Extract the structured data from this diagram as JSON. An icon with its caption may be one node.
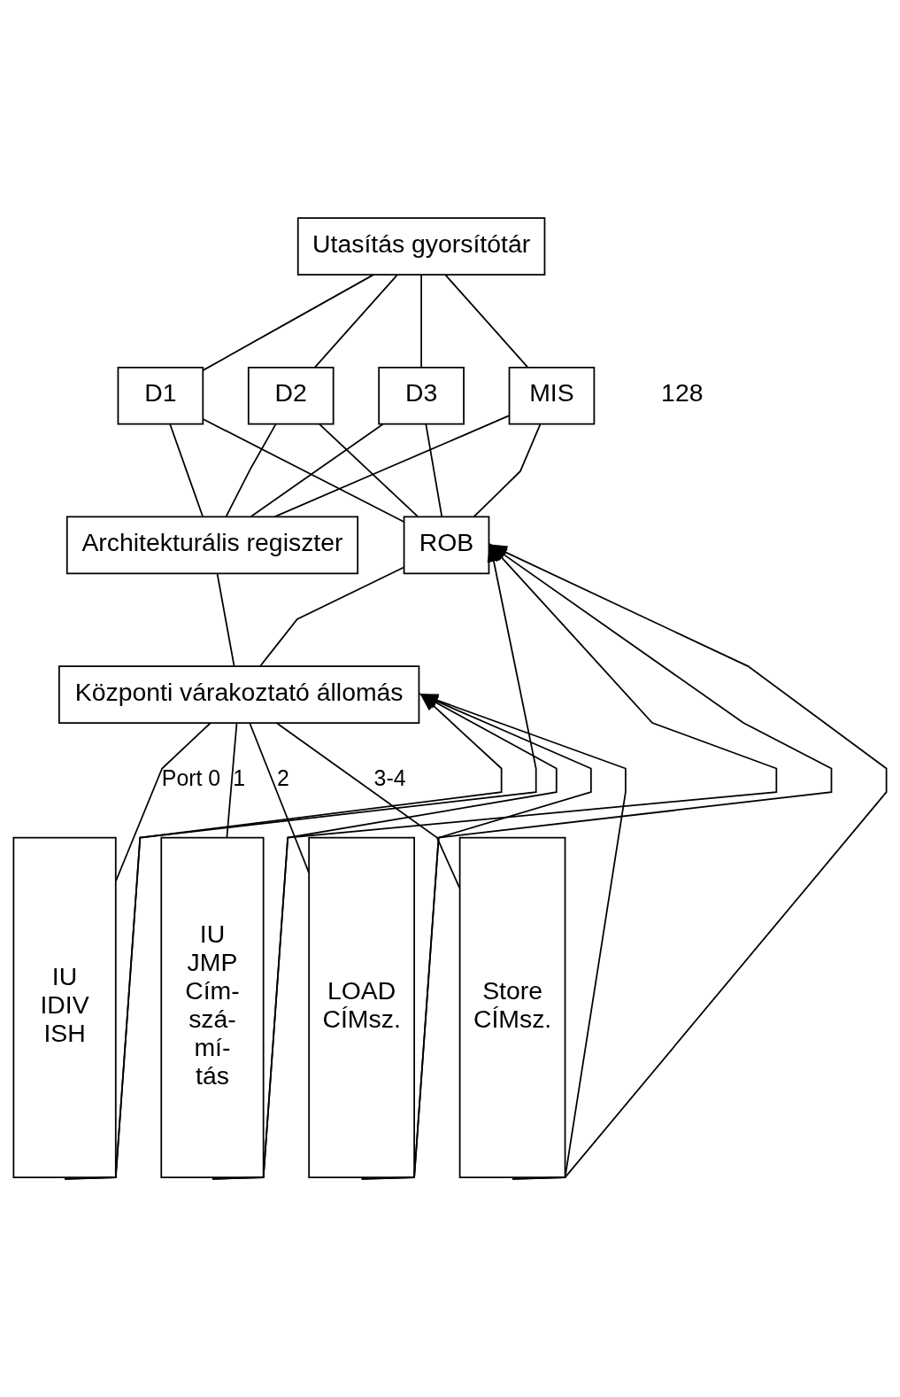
{
  "diagram": {
    "nodes": [
      {
        "text": [
          "Utasítás gyorsítótár"
        ]
      },
      {
        "text": [
          "D1"
        ]
      },
      {
        "text": [
          "D2"
        ]
      },
      {
        "text": [
          "D3"
        ]
      },
      {
        "text": [
          "MIS"
        ]
      },
      {
        "text": [
          "Architekturális regiszter"
        ]
      },
      {
        "text": [
          "ROB"
        ]
      },
      {
        "text": [
          "Központi várakoztató állomás"
        ]
      },
      {
        "text": [
          "IU IDIV ISH"
        ]
      },
      {
        "text": [
          "IU JMP Cím- szá- mí- tás"
        ]
      },
      {
        "text": [
          "LOAD CÍMsz."
        ]
      },
      {
        "text": [
          "Store CÍMsz."
        ]
      }
    ],
    "edges": [
      {
        "from": 0,
        "to": 1,
        "arrow": "none"
      },
      {
        "from": 0,
        "to": 2,
        "arrow": "none"
      },
      {
        "from": 0,
        "to": 3,
        "arrow": "none"
      },
      {
        "from": 0,
        "to": 4,
        "arrow": "none"
      },
      {
        "from": 1,
        "to": 5,
        "arrow": "none"
      },
      {
        "from": 2,
        "to": 5,
        "arrow": "none"
      },
      {
        "from": 3,
        "to": 5,
        "arrow": "none"
      },
      {
        "from": 4,
        "to": 5,
        "arrow": "none"
      },
      {
        "from": 1,
        "to": 6,
        "arrow": "none"
      },
      {
        "from": 2,
        "to": 6,
        "arrow": "none"
      },
      {
        "from": 3,
        "to": 6,
        "arrow": "none"
      },
      {
        "from": 4,
        "to": 6,
        "arrow": "none"
      },
      {
        "from": 5,
        "to": 7,
        "arrow": "none"
      },
      {
        "from": 6,
        "to": 7,
        "arrow": "none"
      },
      {
        "from": 7,
        "to": 8,
        "label": "Port 0",
        "arrow": "none"
      },
      {
        "from": 7,
        "to": 9,
        "label": "1",
        "arrow": "none"
      },
      {
        "from": 7,
        "to": 10,
        "label": "2",
        "arrow": "none"
      },
      {
        "from": 7,
        "to": 11,
        "label": "3-4",
        "arrow": "none"
      },
      {
        "from": 8,
        "to": 6,
        "arrow": "to"
      },
      {
        "from": 9,
        "to": 6,
        "arrow": "to"
      },
      {
        "from": 10,
        "to": 6,
        "arrow": "to"
      },
      {
        "from": 11,
        "to": 6,
        "arrow": "to"
      },
      {
        "from": 8,
        "to": 7,
        "arrow": "to"
      },
      {
        "from": 9,
        "to": 7,
        "arrow": "to"
      },
      {
        "from": 10,
        "to": 7,
        "arrow": "to"
      },
      {
        "from": 11,
        "to": 7,
        "arrow": "to"
      }
    ],
    "labels": [
      "128"
    ]
  }
}
